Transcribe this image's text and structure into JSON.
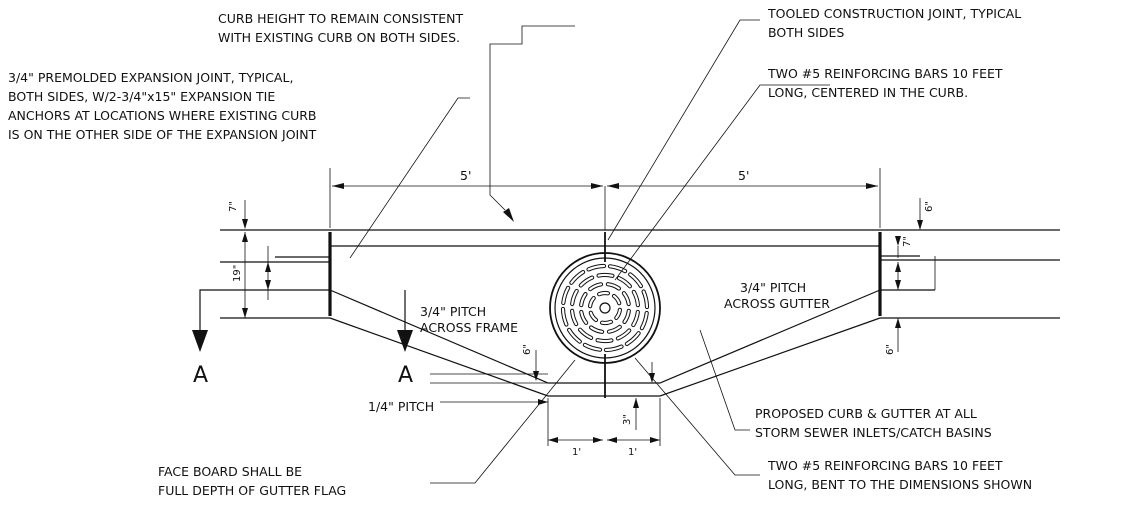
{
  "notes": {
    "curb_height": [
      "CURB HEIGHT TO REMAIN CONSISTENT",
      "WITH EXISTING CURB ON BOTH SIDES."
    ],
    "tooled_joint": [
      "TOOLED CONSTRUCTION JOINT, TYPICAL",
      "BOTH SIDES"
    ],
    "expansion_joint": [
      "3/4\" PREMOLDED EXPANSION JOINT, TYPICAL,",
      "BOTH SIDES, W/2-3/4\"x15\" EXPANSION TIE",
      "ANCHORS AT LOCATIONS WHERE EXISTING CURB",
      "IS ON THE OTHER SIDE OF THE EXPANSION JOINT"
    ],
    "reinforcing_centered": [
      "TWO #5 REINFORCING BARS 10 FEET",
      "LONG, CENTERED IN THE CURB."
    ],
    "pitch_frame": [
      "3/4\" PITCH",
      "ACROSS FRAME"
    ],
    "pitch_gutter": [
      "3/4\" PITCH",
      "ACROSS GUTTER"
    ],
    "pitch_quarter": "1/4\" PITCH",
    "proposed_curb": [
      "PROPOSED CURB & GUTTER AT ALL",
      "STORM SEWER INLETS/CATCH BASINS"
    ],
    "face_board": [
      "FACE BOARD SHALL BE",
      "FULL DEPTH OF GUTTER FLAG"
    ],
    "reinforcing_bent": [
      "TWO #5 REINFORCING BARS 10 FEET",
      "LONG, BENT TO THE DIMENSIONS SHOWN"
    ]
  },
  "dimensions": {
    "left_span": "5'",
    "right_span": "5'",
    "seven_left": "7\"",
    "nineteen": "19\"",
    "six_top_right": "6\"",
    "seven_right": "7\"",
    "six_bottom_right": "6\"",
    "six_frame": "6\"",
    "three": "3\"",
    "one_left": "1'",
    "one_right": "1'"
  },
  "section_marks": {
    "left": "A",
    "right": "A"
  }
}
